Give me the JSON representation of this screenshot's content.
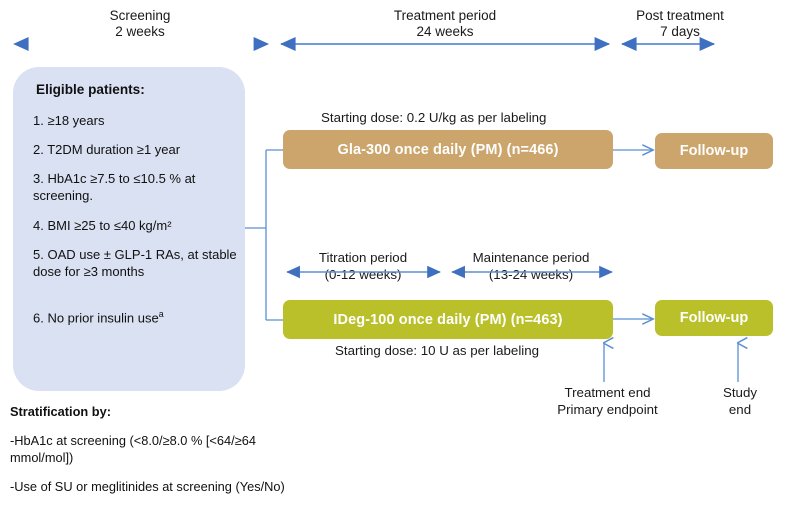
{
  "timeline": {
    "segments": [
      {
        "name": "screening",
        "title": "Screening",
        "duration": "2 weeks"
      },
      {
        "name": "treatment",
        "title": "Treatment period",
        "duration": "24 weeks"
      },
      {
        "name": "post-treatment",
        "title": "Post treatment",
        "duration": "7 days"
      }
    ]
  },
  "eligibility": {
    "title": "Eligible patients:",
    "criteria": [
      "1. ≥18 years",
      "2. T2DM duration ≥1 year",
      "3. HbA1c ≥7.5 to ≤10.5 % at screening.",
      "4. BMI ≥25 to ≤40 kg/m²",
      "5. OAD use ± GLP-1 RAs, at stable dose for ≥3 months",
      "6. No prior insulin use"
    ],
    "criterion_6_footnote": "a"
  },
  "arms": [
    {
      "key": "gla",
      "label": "Gla-300 once daily (PM) (n=466)",
      "n": "466",
      "dose_caption": "Starting dose: 0.2 U/kg as per labeling",
      "followup_label": "Follow-up",
      "color": "#cba56b"
    },
    {
      "key": "ideg",
      "label": "IDeg-100 once daily (PM) (n=463)",
      "n": "463",
      "dose_caption": "Starting dose: 10 U as per labeling",
      "followup_label": "Follow-up",
      "color": "#b9c029"
    }
  ],
  "periods": [
    {
      "name": "titration",
      "title": "Titration period",
      "range": "(0-12 weeks)"
    },
    {
      "name": "maintenance",
      "title": "Maintenance period",
      "range": "(13-24 weeks)"
    }
  ],
  "callouts": [
    {
      "name": "treatment-end",
      "line1": "Treatment end",
      "line2": "Primary endpoint"
    },
    {
      "name": "study-end",
      "line1": "Study",
      "line2": "end"
    }
  ],
  "stratification": {
    "title": "Stratification by:",
    "items": [
      "-HbA1c at screening (<8.0/≥8.0 % [<64/≥64 mmol/mol])",
      "-Use of SU or meglitinides at screening (Yes/No)"
    ]
  },
  "colors": {
    "panel_blue": "#d9e1f2",
    "arm_gla": "#cba56b",
    "arm_ideg": "#b9c029",
    "arrow_blue": "#4472c4",
    "line_blue": "#5b8fd4"
  }
}
